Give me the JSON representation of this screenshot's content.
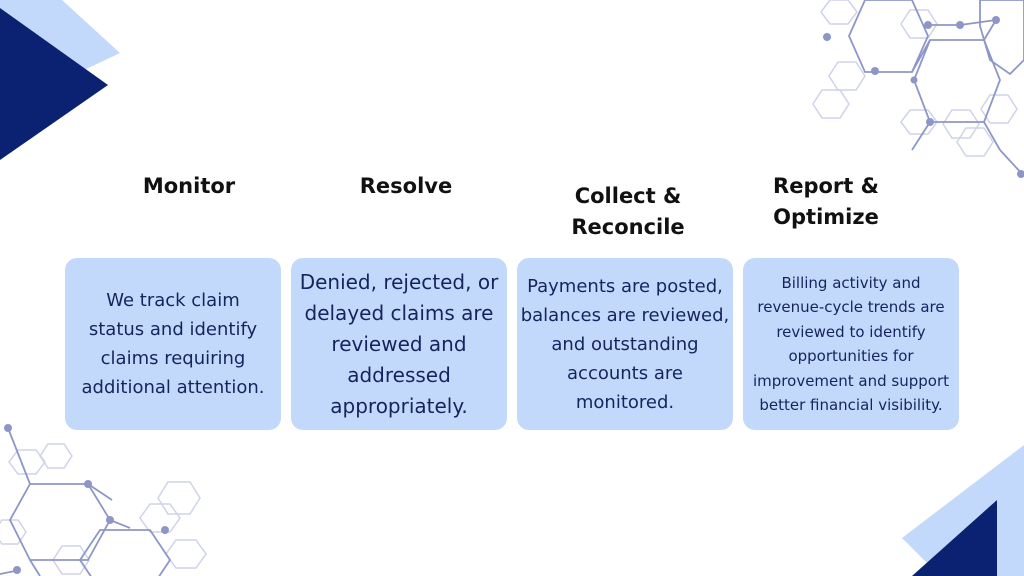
{
  "colors": {
    "navy": "#0b2273",
    "light_blue": "#c3d9fb",
    "hex_line": "#8e96c8",
    "hex_light": "#cfd3e8",
    "card_text": "#16245e"
  },
  "icons": {
    "top_left": "triangle-decoration",
    "bottom_right": "triangle-decoration",
    "network": "hexagon-network-decoration"
  },
  "steps": [
    {
      "heading": "Monitor",
      "body": "We track claim status and identify claims requiring additional attention."
    },
    {
      "heading": "Resolve",
      "body": "Denied, rejected, or delayed claims are reviewed and addressed appropriately."
    },
    {
      "heading": "Collect & Reconcile",
      "body": "Payments are posted, balances are reviewed, and outstanding accounts are monitored."
    },
    {
      "heading": "Report & Optimize",
      "body": "Billing activity and revenue-cycle trends are reviewed to identify opportunities for improvement and support better financial visibility."
    }
  ]
}
